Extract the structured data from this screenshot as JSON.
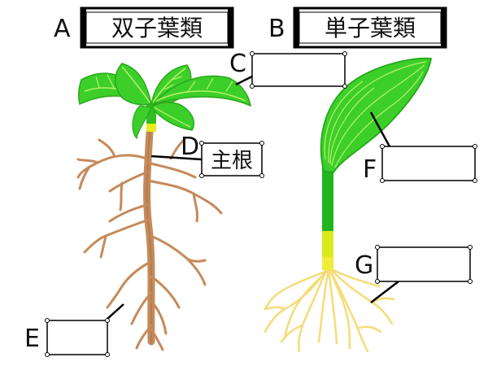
{
  "plant_a": {
    "letter": "A",
    "title": "双子葉類"
  },
  "plant_b": {
    "letter": "B",
    "title": "単子葉類"
  },
  "labels": {
    "c": {
      "letter": "C",
      "text": ""
    },
    "d": {
      "letter": "D",
      "text": "主根"
    },
    "e": {
      "letter": "E",
      "text": ""
    },
    "f": {
      "letter": "F",
      "text": ""
    },
    "g": {
      "letter": "G",
      "text": ""
    }
  },
  "colors": {
    "leaf_green": "#3ccf2a",
    "leaf_vein": "#b9f06a",
    "stem_green": "#22b51d",
    "root_brown": "#c58a5a",
    "root_dark": "#a86c3e",
    "fibrous_root": "#f5dc78",
    "stem_yellow": "#e8ea1c"
  }
}
